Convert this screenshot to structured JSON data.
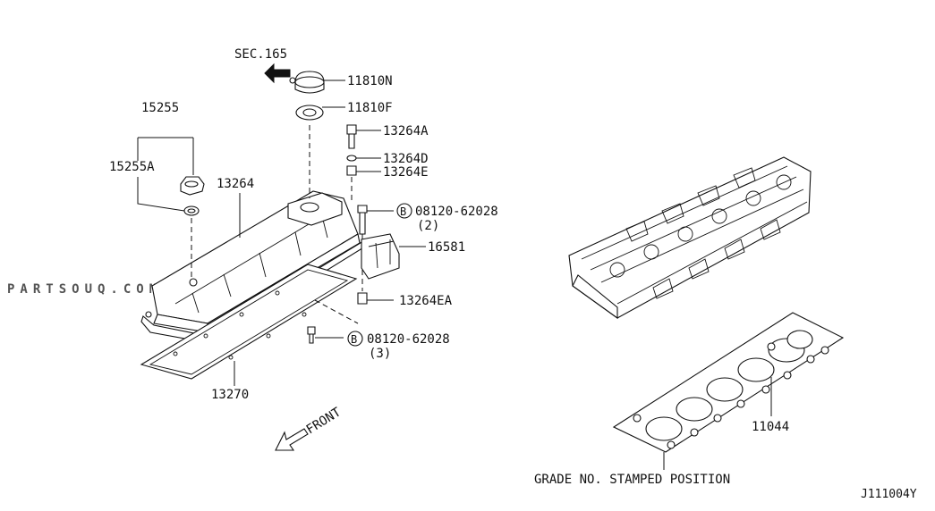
{
  "watermark": "PARTSOUQ.COM",
  "labels": {
    "sec": "SEC.165",
    "p11810N": "11810N",
    "p11810F": "11810F",
    "p13264A": "13264A",
    "p13264D": "13264D",
    "p13264E": "13264E",
    "p15255": "15255",
    "p15255A": "15255A",
    "p13264": "13264",
    "bolt1_code": "08120-62028",
    "bolt1_qty": "(2)",
    "p16581": "16581",
    "p13264EA": "13264EA",
    "bolt2_code": "08120-62028",
    "bolt2_qty": "(3)",
    "p13270": "13270",
    "p11044": "11044",
    "front": "FRONT",
    "grade": "GRADE NO. STAMPED POSITION",
    "drawing_id": "J111004Y",
    "bolt_symbol": "B"
  }
}
